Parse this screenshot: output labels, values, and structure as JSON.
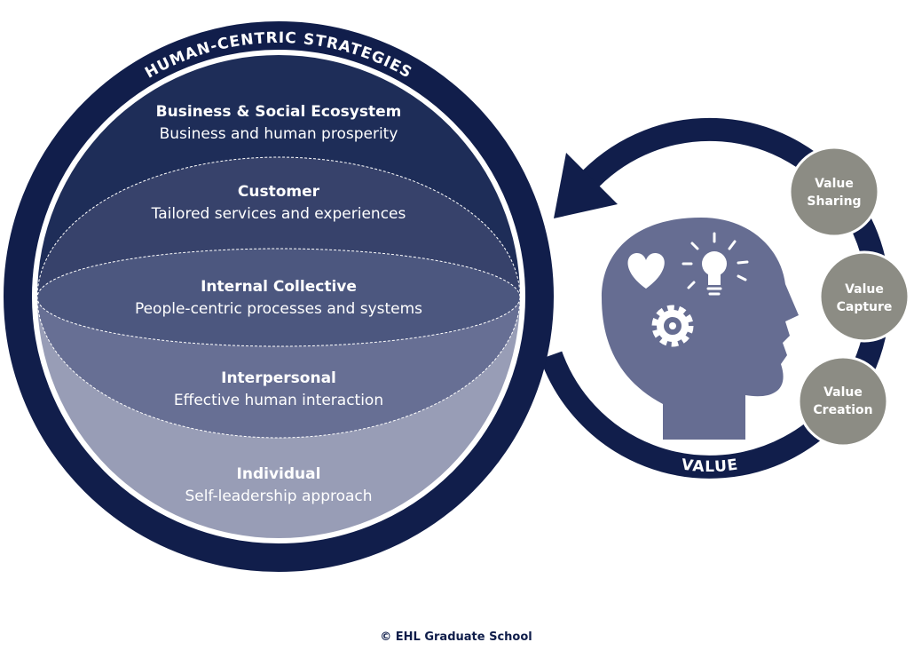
{
  "ring_label": "HUMAN-CENTRIC STRATEGIES",
  "layers": [
    {
      "title": "Business & Social Ecosystem",
      "subtitle": "Business and human prosperity"
    },
    {
      "title": "Customer",
      "subtitle": "Tailored services and experiences"
    },
    {
      "title": "Internal Collective",
      "subtitle": "People-centric processes and systems"
    },
    {
      "title": "Interpersonal",
      "subtitle": "Effective human interaction"
    },
    {
      "title": "Individual",
      "subtitle": "Self-leadership approach"
    }
  ],
  "value_cycle": {
    "label": "VALUE",
    "stages": [
      {
        "line1": "Value",
        "line2": "Sharing"
      },
      {
        "line1": "Value",
        "line2": "Capture"
      },
      {
        "line1": "Value",
        "line2": "Creation"
      }
    ],
    "head_icons": [
      "heart-icon",
      "lightbulb-icon",
      "gear-icon"
    ]
  },
  "copyright": "© EHL Graduate School",
  "colors": {
    "navy": "#111e4b",
    "layer_top": "#1e2d58",
    "layer_customer": "#37426b",
    "layer_internal": "#4c577f",
    "layer_interpersonal": "#676f94",
    "layer_individual": "#989db6",
    "head": "#666d92",
    "stage_circle": "#8c8c84"
  }
}
